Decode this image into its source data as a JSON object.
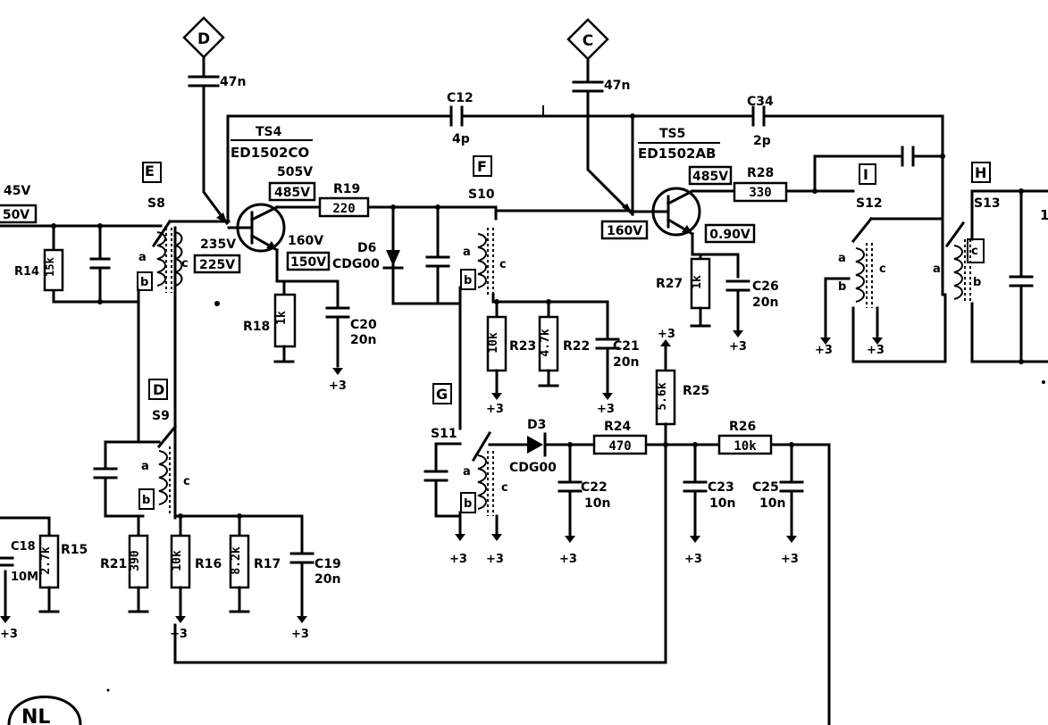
{
  "connectors": [
    {
      "id": "D",
      "label": "D"
    },
    {
      "id": "C",
      "label": "C"
    }
  ],
  "caps_top": [
    {
      "id": "c_d",
      "value": "47n"
    },
    {
      "id": "c_c",
      "value": "47n"
    }
  ],
  "transistors": [
    {
      "id": "TS4",
      "name": "TS4",
      "type": "ED1502CO"
    },
    {
      "id": "TS5",
      "name": "TS5",
      "type": "ED1502AB"
    }
  ],
  "coupling_caps": [
    {
      "id": "C12",
      "name": "C12",
      "value": "4p"
    },
    {
      "id": "C34",
      "name": "C34",
      "value": "2p"
    }
  ],
  "section_labels": [
    "E",
    "F",
    "I",
    "H",
    "D",
    "G"
  ],
  "switches": [
    "S8",
    "S9",
    "S10",
    "S11",
    "S12",
    "S13"
  ],
  "winding_letters": {
    "a": "a",
    "b": "b",
    "c": "c"
  },
  "voltages": {
    "v45": "45V",
    "v50": "50V",
    "v505": "505V",
    "v485_ts4": "485V",
    "v235": "235V",
    "v225": "225V",
    "v160_ts4": "160V",
    "v150": "150V",
    "v160_ts5": "160V",
    "v485_ts5": "485V",
    "v090": "0.90V"
  },
  "resistors": [
    {
      "id": "R14",
      "name": "R14",
      "value": "15k"
    },
    {
      "id": "R19",
      "name": "R19",
      "value": "220"
    },
    {
      "id": "R18",
      "name": "R18",
      "value": "1k"
    },
    {
      "id": "R23",
      "name": "R23",
      "value": "10k"
    },
    {
      "id": "R22",
      "name": "R22",
      "value": "4.7k"
    },
    {
      "id": "R27",
      "name": "R27",
      "value": "1k"
    },
    {
      "id": "R28",
      "name": "R28",
      "value": "330"
    },
    {
      "id": "R25",
      "name": "R25",
      "value": "5.6k"
    },
    {
      "id": "R24",
      "name": "R24",
      "value": "470"
    },
    {
      "id": "R26",
      "name": "R26",
      "value": "10k"
    },
    {
      "id": "R21",
      "name": "R21",
      "value": "390"
    },
    {
      "id": "R16",
      "name": "R16",
      "value": "10k"
    },
    {
      "id": "R17",
      "name": "R17",
      "value": "8.2k"
    },
    {
      "id": "R15",
      "name": "R15",
      "value": "2.7k"
    }
  ],
  "capacitors": [
    {
      "id": "C20",
      "name": "C20",
      "value": "20n"
    },
    {
      "id": "C21",
      "name": "C21",
      "value": "20n"
    },
    {
      "id": "C26",
      "name": "C26",
      "value": "20n"
    },
    {
      "id": "C22",
      "name": "C22",
      "value": "10n"
    },
    {
      "id": "C23",
      "name": "C23",
      "value": "10n"
    },
    {
      "id": "C25",
      "name": "C25",
      "value": "10n"
    },
    {
      "id": "C19",
      "name": "C19",
      "value": "20n"
    },
    {
      "id": "C18",
      "name": "C18",
      "value": "10M"
    }
  ],
  "diodes": [
    {
      "id": "D6",
      "name": "D6",
      "type": "CDG00"
    },
    {
      "id": "D3",
      "name": "D3",
      "type": "CDG00"
    }
  ],
  "supply_label": "+3",
  "corner_label": "NL"
}
